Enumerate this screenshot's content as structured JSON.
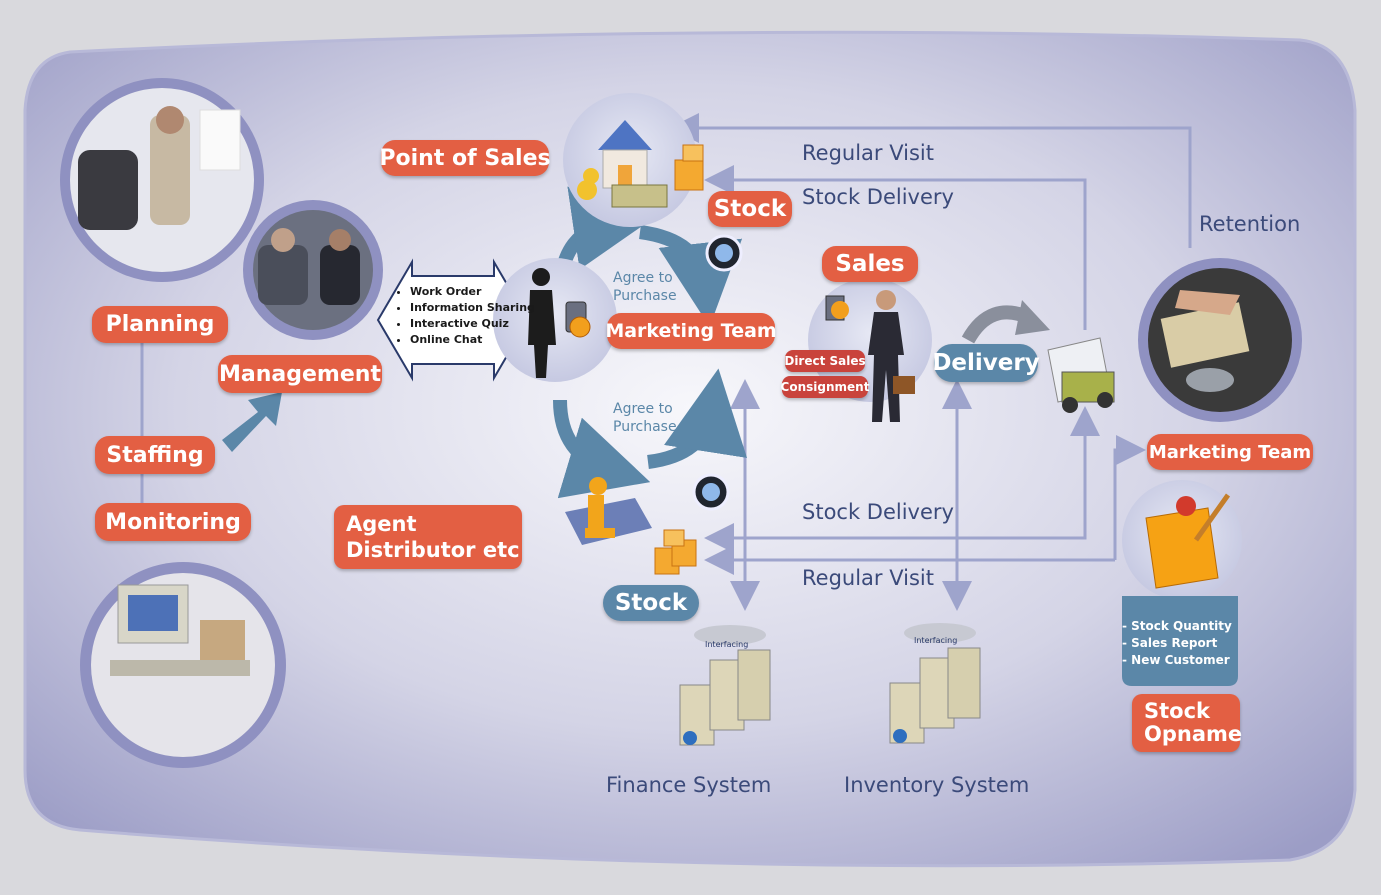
{
  "labels": {
    "point_of_sales": "Point of Sales",
    "stock_top": "Stock",
    "stock_bottom": "Stock",
    "sales": "Sales",
    "planning": "Planning",
    "management": "Management",
    "staffing": "Staffing",
    "monitoring": "Monitoring",
    "agent_line1": "Agent",
    "agent_line2": "Distributor etc",
    "marketing_team_center": "Marketing Team",
    "marketing_team_right": "Marketing Team",
    "delivery": "Delivery",
    "direct_sales": "Direct Sales",
    "consignment": "Consignment",
    "stock_opname_line1": "Stock",
    "stock_opname_line2": "Opname"
  },
  "flow_text": {
    "regular_visit_top": "Regular Visit",
    "stock_delivery_top": "Stock Delivery",
    "stock_delivery_bottom": "Stock Delivery",
    "regular_visit_bottom": "Regular Visit",
    "retention": "Retention",
    "agree_top_1": "Agree to",
    "agree_top_2": "Purchase",
    "agree_bottom_1": "Agree to",
    "agree_bottom_2": "Purchase",
    "finance_system": "Finance System",
    "inventory_system": "Inventory System",
    "interfacing_finance": "Interfacing",
    "interfacing_inventory": "Interfacing"
  },
  "bullets": [
    "Work Order",
    "Information Sharing",
    "Interactive Quiz",
    "Online Chat"
  ],
  "stock_list": [
    "- Stock Quantity",
    "- Sales Report",
    "- New Customer"
  ],
  "icons": {
    "planning_photo": "meeting-photo-icon",
    "management_photo": "business-team-photo-icon",
    "monitoring_photo": "computer-desk-photo-icon",
    "retention_photo": "document-review-photo-icon",
    "pos": "house-money-icon",
    "salesman": "businessman-icon",
    "agent": "seated-person-icon",
    "truck": "delivery-truck-icon",
    "server": "server-rack-icon",
    "notepad": "notepad-pin-icon"
  },
  "colors": {
    "pill_orange": "#e35f43",
    "pill_blue": "#5b87a8",
    "text_navy": "#3b4a7a",
    "arrow_blue": "#5b87a8",
    "line_lavender": "#9ea4cc"
  }
}
